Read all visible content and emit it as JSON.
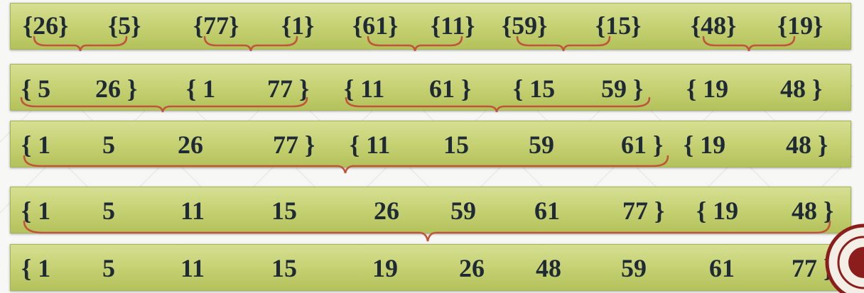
{
  "rows": [
    {
      "tokens": [
        "{26}",
        "{5}",
        "{77}",
        "{1}",
        "{61}",
        "{11}",
        "{59}",
        "{15}",
        "{48}",
        "{19}"
      ]
    },
    {
      "tokens": [
        "{ 5",
        "26 }",
        "{ 1",
        "77 }",
        "{ 11",
        "61 }",
        "{ 15",
        "59 }",
        "{ 19",
        "48 }"
      ]
    },
    {
      "tokens": [
        "{ 1",
        "5",
        "26",
        "77 }",
        "{ 11",
        "15",
        "59",
        "61 }",
        "{ 19",
        "48 }"
      ]
    },
    {
      "tokens": [
        "{ 1",
        "5",
        "11",
        "15",
        "26",
        "59",
        "61",
        "77 }",
        "{ 19",
        "48 }"
      ]
    },
    {
      "tokens": [
        "{ 1",
        "5",
        "11",
        "15",
        "19",
        "26",
        "48",
        "59",
        "61",
        "77 }"
      ]
    }
  ],
  "colors": {
    "band": "#c4d070",
    "text": "#1f2a36",
    "bracket": "#c1553b"
  }
}
